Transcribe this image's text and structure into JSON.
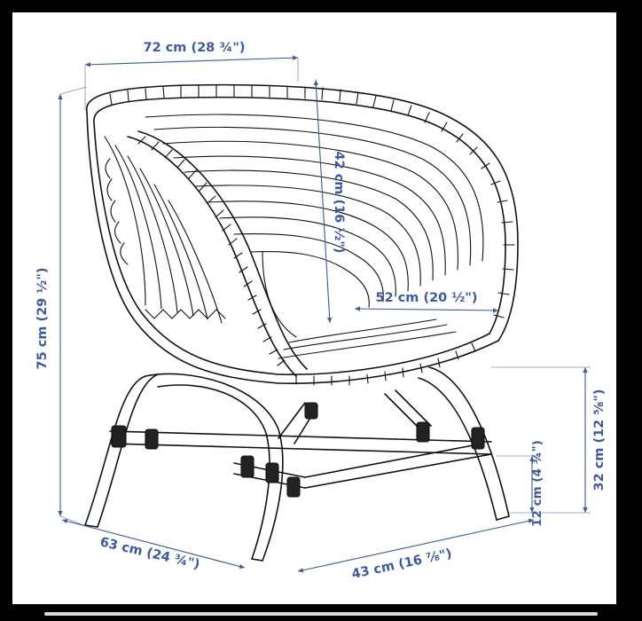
{
  "dimensions": {
    "width": "72 cm (28 ¾\")",
    "height": "75 cm (29 ½\")",
    "seat_height_back": "42 cm (16 ½\")",
    "seat_width": "52 cm (20 ½\")",
    "seat_height": "32 cm (12 ⅝\")",
    "cross_bar_height": "12 cm (4 ¾\")",
    "depth": "63 cm (24 ¾\")",
    "front_width": "43 cm (16 ⅞\")"
  },
  "colors": {
    "dimension": "#3b5aa0",
    "line_art": "#111111",
    "background": "#ffffff",
    "frame": "#000000"
  }
}
